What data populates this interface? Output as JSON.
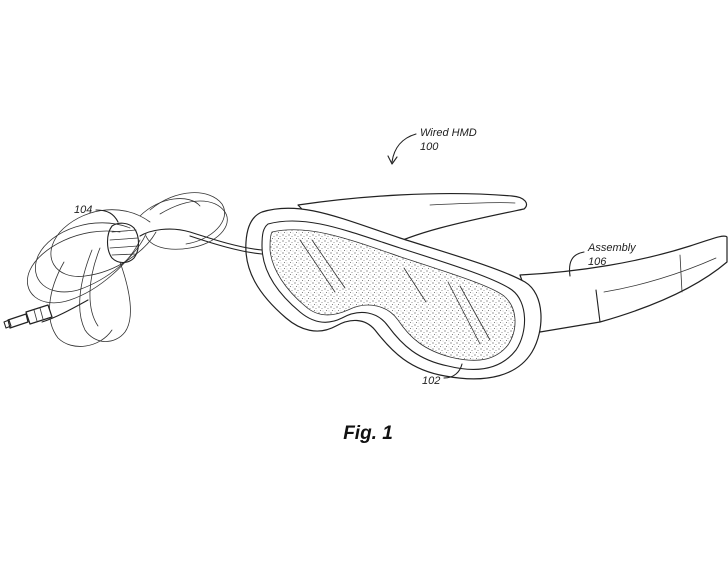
{
  "labels": {
    "device": "Wired HMD",
    "device_ref": "100",
    "lens_ref": "102",
    "cable_ref": "104",
    "assembly": "Assembly",
    "assembly_ref": "106"
  },
  "caption": "Fig. 1"
}
